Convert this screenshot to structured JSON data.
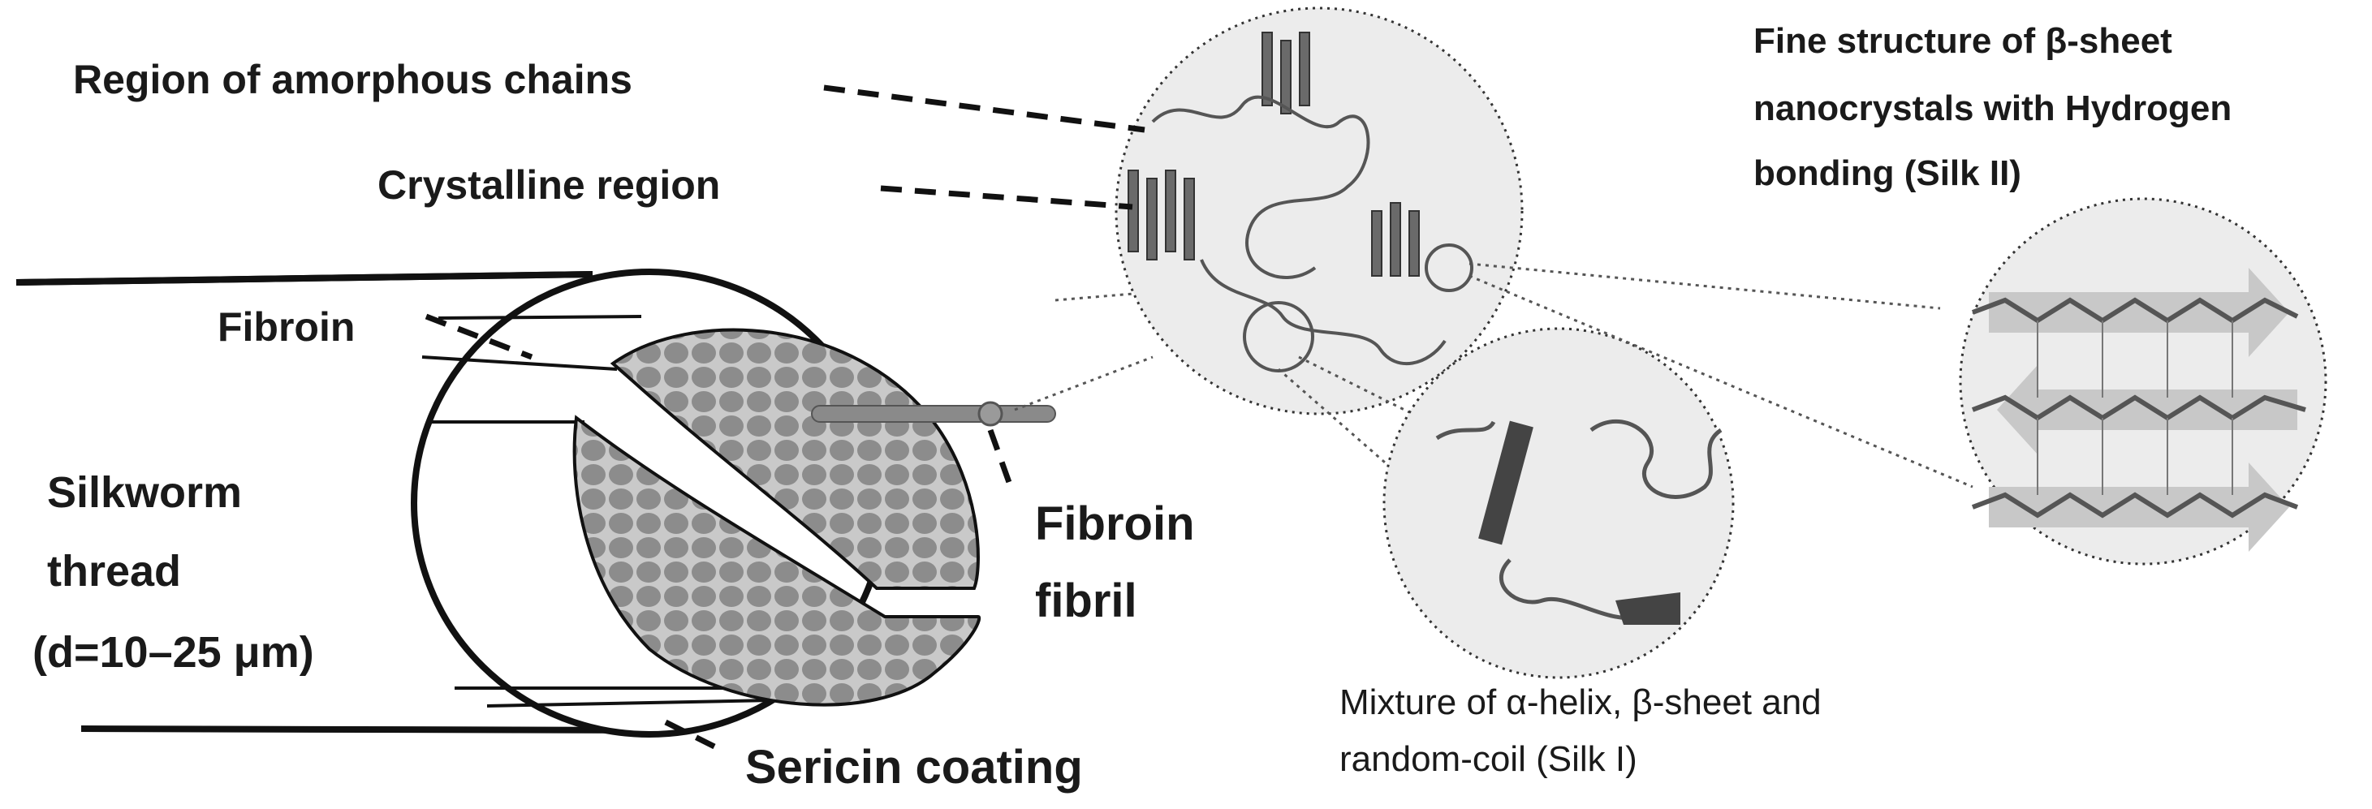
{
  "labels": {
    "amorphous": "Region of amorphous chains",
    "crystalline": "Crystalline region",
    "fibroin": "Fibroin",
    "silkworm_line1": "Silkworm",
    "silkworm_line2": "thread",
    "silkworm_line3": "(d=10–25 μm)",
    "fibril_line1": "Fibroin",
    "fibril_line2": "fibril",
    "sericin": "Sericin coating",
    "silk1_line1": "Mixture of α-helix, β-sheet and",
    "silk1_line2": "random-coil (Silk I)",
    "silk2_line1": "Fine structure of β-sheet",
    "silk2_line2": "nanocrystals with Hydrogen",
    "silk2_line3": "bonding (Silk II)"
  },
  "colors": {
    "outline": "#111111",
    "fibril_fill": "#8a8a8a",
    "fibril_bg": "#cfcfcf",
    "zoom_bg": "#ececec",
    "protein": "#6a6a6a",
    "arrow_light": "#c8c8c8"
  }
}
